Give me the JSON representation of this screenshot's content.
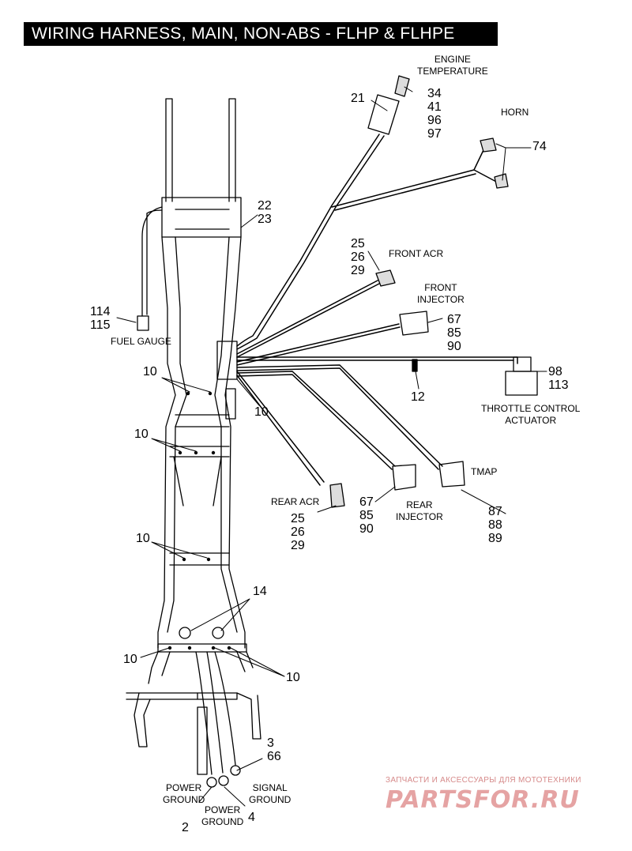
{
  "title": "WIRING HARNESS, MAIN, NON-ABS - FLHP & FLHPE",
  "labels": {
    "engine_temperature": "ENGINE\nTEMPERATURE",
    "horn": "HORN",
    "front_acr": "FRONT ACR",
    "front_injector": "FRONT\nINJECTOR",
    "throttle_control_actuator": "THROTTLE CONTROL\nACTUATOR",
    "fuel_gauge": "FUEL GAUGE",
    "tmap": "TMAP",
    "rear_acr": "REAR ACR",
    "rear_injector": "REAR\nINJECTOR",
    "power_ground_left": "POWER\nGROUND",
    "power_ground_right": "POWER\nGROUND",
    "signal_ground": "SIGNAL\nGROUND"
  },
  "callouts": {
    "engine_temp_parts": "34\n41\n96\n97",
    "part_21": "21",
    "horn_parts": "74",
    "parts_22_23": "22\n23",
    "front_acr_parts": "25\n26\n29",
    "front_injector_parts": "67\n85\n90",
    "throttle_parts": "98\n113",
    "part_12": "12",
    "fuel_gauge_parts": "114\n115",
    "clip_10_a": "10",
    "clip_10_b": "10",
    "clip_10_c": "10",
    "clip_10_d": "10",
    "clip_10_e": "10",
    "clip_10_f": "10",
    "part_14": "14",
    "tmap_parts": "87\n88\n89",
    "rear_acr_parts": "25\n26\n29",
    "rear_injector_parts": "67\n85\n90",
    "signal_ground_parts": "3\n66",
    "power_ground_left_part": "2",
    "power_ground_right_part": "4"
  },
  "watermark": {
    "tagline": "ЗАПЧАСТИ И АКСЕССУАРЫ ДЛЯ МОТОТЕХНИКИ",
    "brand": "PARTSFOR.RU"
  }
}
